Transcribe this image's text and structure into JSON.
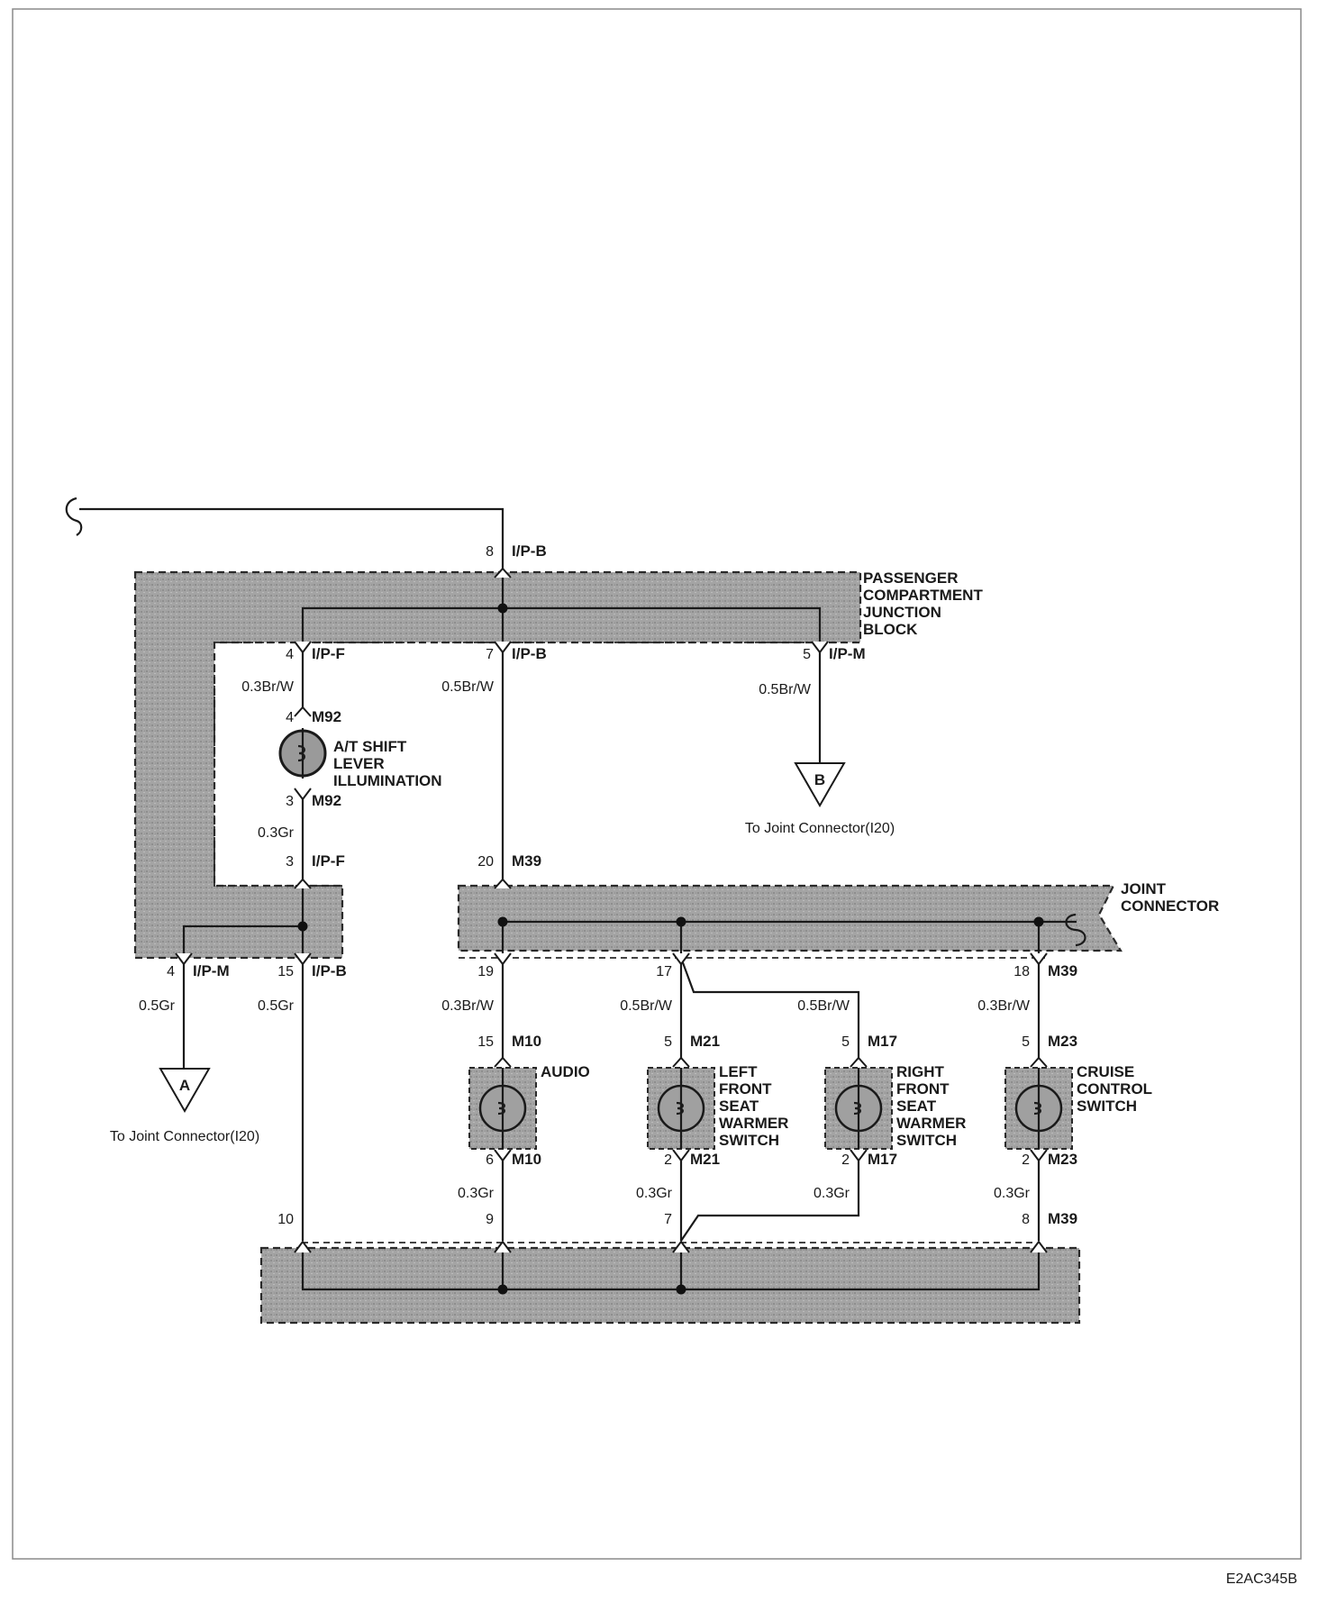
{
  "diagram_code": "E2AC345B",
  "blocks": {
    "junction_block": "PASSENGER\nCOMPARTMENT\nJUNCTION\nBLOCK",
    "joint_connector": "JOINT\nCONNECTOR"
  },
  "components": {
    "at_shift": "A/T SHIFT\nLEVER\nILLUMINATION",
    "audio": "AUDIO",
    "left_warmer": "LEFT\nFRONT\nSEAT\nWARMER\nSWITCH",
    "right_warmer": "RIGHT\nFRONT\nSEAT\nWARMER\nSWITCH",
    "cruise": "CRUISE\nCONTROL\nSWITCH"
  },
  "terminals": {
    "ipb_top": {
      "pin": "8",
      "conn": "I/P-B"
    },
    "ipf_4": {
      "pin": "4",
      "conn": "I/P-F"
    },
    "ipb_7": {
      "pin": "7",
      "conn": "I/P-B"
    },
    "ipm_5": {
      "pin": "5",
      "conn": "I/P-M"
    },
    "m92_4": {
      "pin": "4",
      "conn": "M92"
    },
    "m92_3": {
      "pin": "3",
      "conn": "M92"
    },
    "ipf_3": {
      "pin": "3",
      "conn": "I/P-F"
    },
    "ipm_4": {
      "pin": "4",
      "conn": "I/P-M"
    },
    "ipb_15": {
      "pin": "15",
      "conn": "I/P-B"
    },
    "m39_20": {
      "pin": "20",
      "conn": "M39"
    },
    "jc_19": {
      "pin": "19",
      "conn": ""
    },
    "jc_17": {
      "pin": "17",
      "conn": ""
    },
    "m39_18": {
      "pin": "18",
      "conn": "M39"
    },
    "m10_15": {
      "pin": "15",
      "conn": "M10"
    },
    "m21_5": {
      "pin": "5",
      "conn": "M21"
    },
    "m17_5": {
      "pin": "5",
      "conn": "M17"
    },
    "m23_5": {
      "pin": "5",
      "conn": "M23"
    },
    "m10_6": {
      "pin": "6",
      "conn": "M10"
    },
    "m21_2": {
      "pin": "2",
      "conn": "M21"
    },
    "m17_2": {
      "pin": "2",
      "conn": "M17"
    },
    "m23_2": {
      "pin": "2",
      "conn": "M23"
    },
    "bot_10": {
      "pin": "10",
      "conn": ""
    },
    "bot_9": {
      "pin": "9",
      "conn": ""
    },
    "bot_7": {
      "pin": "7",
      "conn": ""
    },
    "bot_8": {
      "pin": "8",
      "conn": "M39"
    }
  },
  "wires": {
    "w_ipf4": "0.3Br/W",
    "w_ipb7": "0.5Br/W",
    "w_ipm5": "0.5Br/W",
    "w_m92_3": "0.3Gr",
    "w_ipm4": "0.5Gr",
    "w_ipb15": "0.5Gr",
    "w_jc19": "0.3Br/W",
    "w_jc17": "0.5Br/W",
    "w_jc17b": "0.5Br/W",
    "w_m39_18": "0.3Br/W",
    "w_m10_6": "0.3Gr",
    "w_m21_2": "0.3Gr",
    "w_m17_2": "0.3Gr",
    "w_m23_2": "0.3Gr"
  },
  "offpage": {
    "a": {
      "letter": "A",
      "caption": "To Joint Connector(I20)"
    },
    "b": {
      "letter": "B",
      "caption": "To Joint Connector(I20)"
    }
  }
}
